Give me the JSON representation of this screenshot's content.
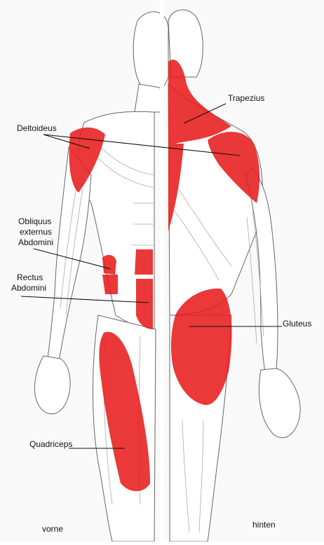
{
  "figure": {
    "panels": [
      {
        "id": "front",
        "caption": "vorne"
      },
      {
        "id": "back",
        "caption": "hinten"
      }
    ],
    "labels": {
      "deltoideus": "Deltoideus",
      "trapezius": "Trapezius",
      "obliquus_line1": "Obliquus",
      "obliquus_line2": "externus",
      "obliquus_line3": "Abdomini",
      "rectus_line1": "Rectus",
      "rectus_line2": "Abdomini",
      "gluteus": "Gluteus",
      "quadriceps": "Quadriceps"
    },
    "colors": {
      "muscle_highlight": "#e81c1c",
      "outline": "#555555",
      "skin": "#ffffff",
      "panel_shadow": "#d9d9d9"
    }
  }
}
